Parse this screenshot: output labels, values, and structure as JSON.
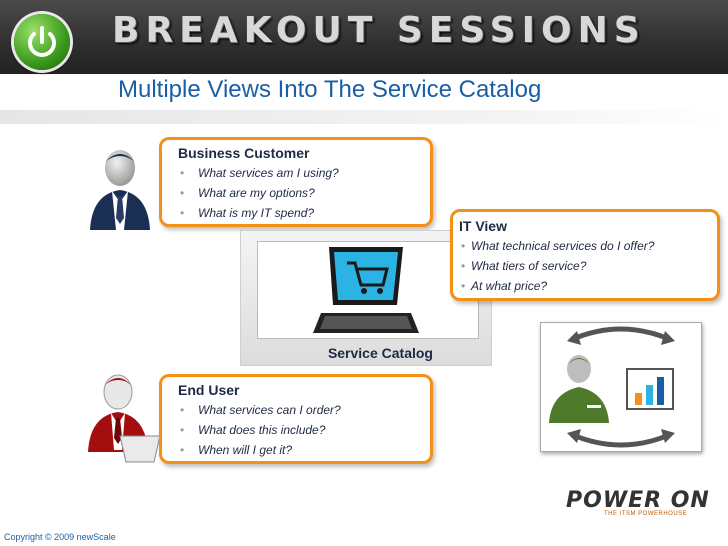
{
  "header": {
    "title": "BREAKOUT SESSIONS"
  },
  "slide": {
    "title": "Multiple Views Into The Service Catalog"
  },
  "business": {
    "heading": "Business Customer",
    "items": [
      "What services am I using?",
      "What are my options?",
      "What is my IT spend?"
    ]
  },
  "it_view": {
    "heading": "IT View",
    "items": [
      "What technical services do I offer?",
      "What tiers of service?",
      "At what price?"
    ]
  },
  "end_user": {
    "heading": "End User",
    "items": [
      "What services can I order?",
      "What does this include?",
      "When will I get it?"
    ]
  },
  "center": {
    "label": "Service Catalog"
  },
  "brand": {
    "name": "POWER ON",
    "tagline": "THE ITSM POWERHOUSE"
  },
  "footer": {
    "copyright": "Copyright © 2009 newScale"
  },
  "colors": {
    "accent": "#f39018",
    "title_blue": "#1a5fa6",
    "text_dark": "#1e2a44"
  }
}
